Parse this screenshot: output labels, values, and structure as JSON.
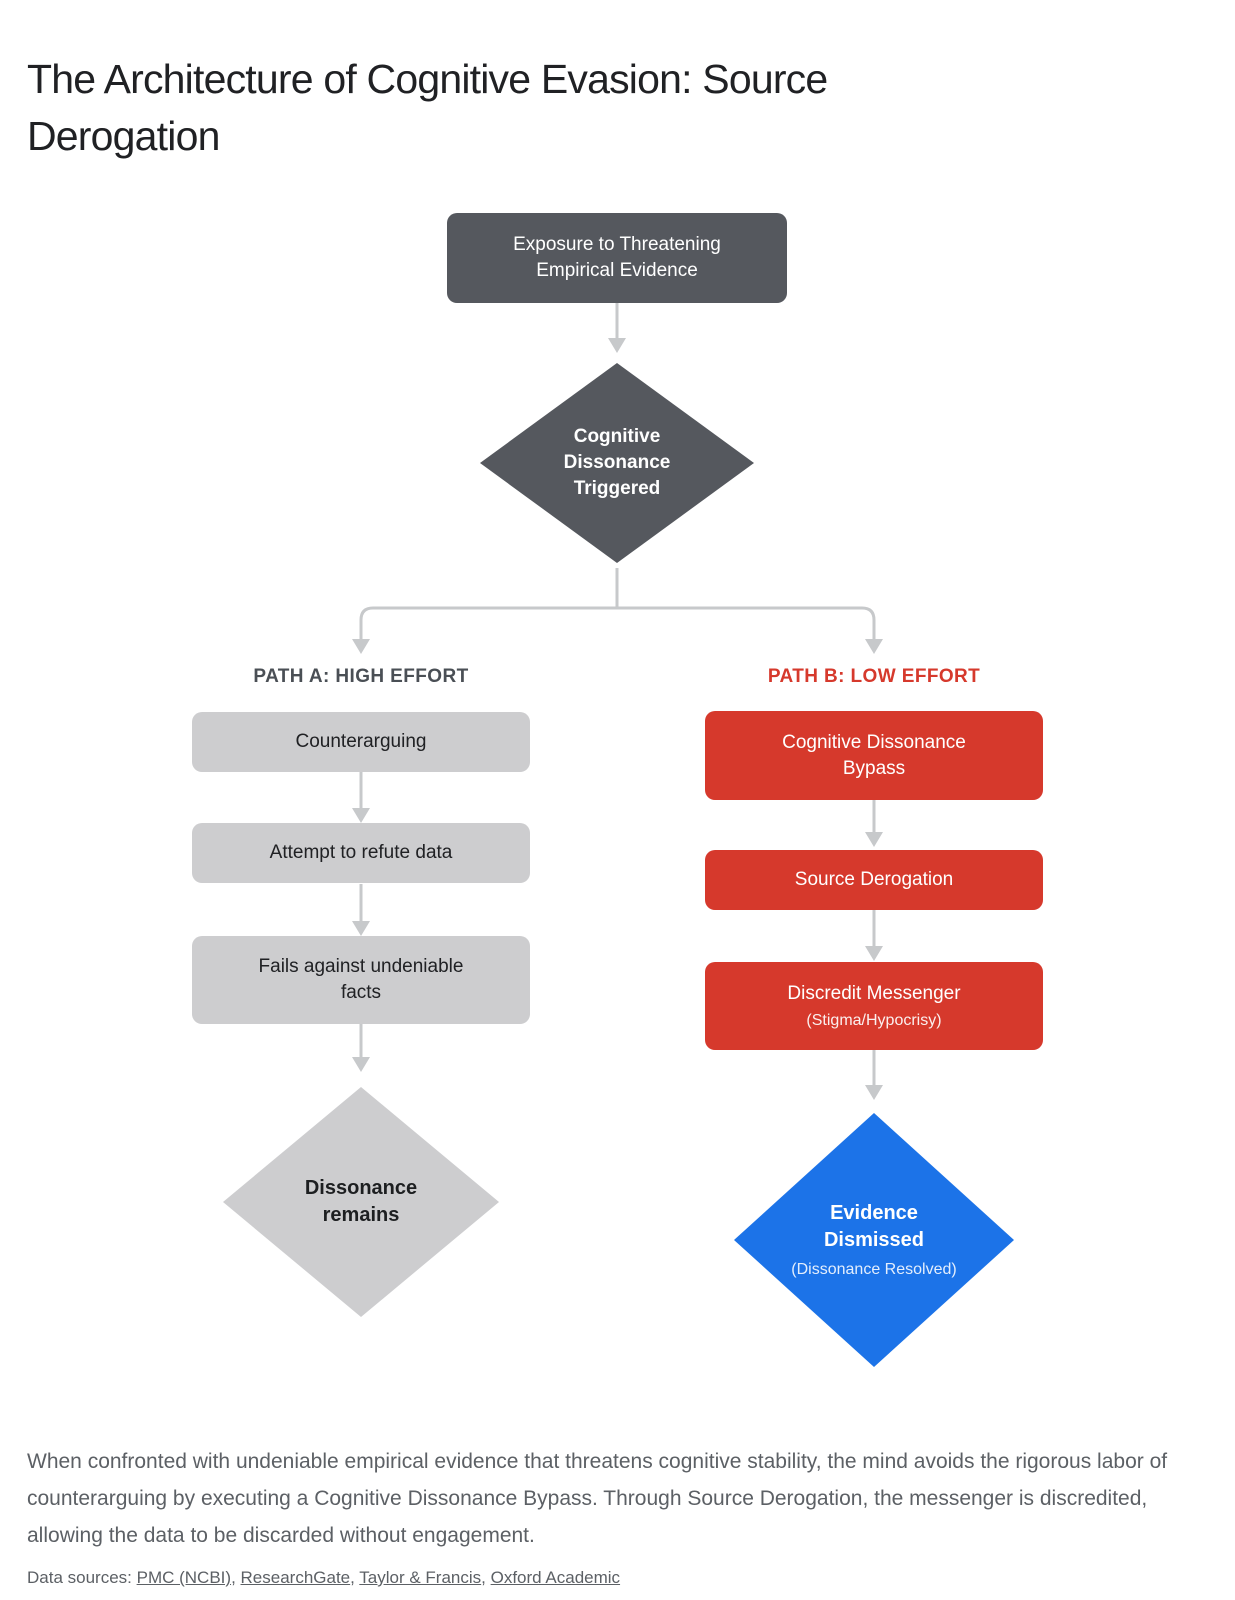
{
  "page": {
    "title": "The Architecture of Cognitive Evasion: Source Derogation"
  },
  "colors": {
    "dark_node": "#55585e",
    "gray_node": "#cdcdcf",
    "red_node": "#d6392c",
    "blue_node": "#1c73e8",
    "connector": "#c7c9cb",
    "text_dark": "#202124",
    "text_muted": "#5c6065"
  },
  "flowchart": {
    "start": "Exposure to Threatening Empirical Evidence",
    "decision": "Cognitive Dissonance Triggered",
    "path_a": {
      "title": "PATH A: HIGH EFFORT",
      "steps": [
        "Counterarguing",
        "Attempt to refute data",
        "Fails against undeniable facts"
      ],
      "outcome": "Dissonance remains"
    },
    "path_b": {
      "title": "PATH B: LOW EFFORT",
      "steps": [
        "Cognitive Dissonance Bypass",
        "Source Derogation",
        "Discredit Messenger"
      ],
      "step_3_sub": "(Stigma/Hypocrisy)",
      "outcome": "Evidence Dismissed",
      "outcome_sub": "(Dissonance Resolved)"
    }
  },
  "footer": {
    "summary": "When confronted with undeniable empirical evidence that threatens cognitive stability, the mind avoids the rigorous labor of counterarguing by executing a Cognitive Dissonance Bypass. Through Source Derogation, the messenger is discredited, allowing the data to be discarded without engagement.",
    "sources_label": "Data sources: ",
    "sep": ", ",
    "sources": [
      "PMC (NCBI)",
      "ResearchGate",
      "Taylor & Francis",
      "Oxford Academic"
    ]
  }
}
